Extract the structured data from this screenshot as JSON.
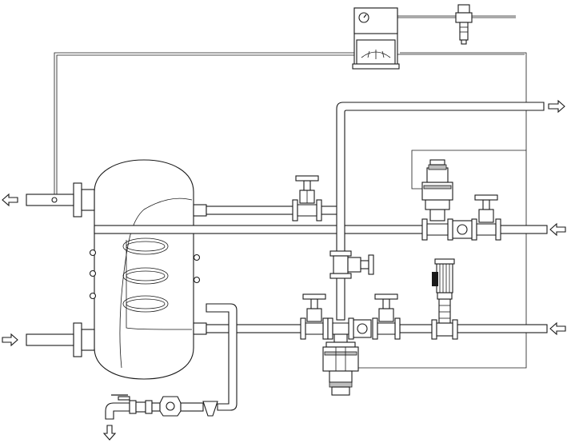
{
  "diagram": {
    "type": "piping-schematic",
    "text_labels": [],
    "arrows": [
      {
        "id": "outlet-left-top",
        "direction": "left"
      },
      {
        "id": "inlet-left-bottom",
        "direction": "right"
      },
      {
        "id": "outlet-right-top",
        "direction": "right"
      },
      {
        "id": "inlet-right-middle",
        "direction": "left"
      },
      {
        "id": "inlet-right-bottom",
        "direction": "left"
      },
      {
        "id": "drain-bottom",
        "direction": "down"
      }
    ],
    "colors": {
      "line": "#1a1a1a",
      "background": "#ffffff"
    }
  }
}
